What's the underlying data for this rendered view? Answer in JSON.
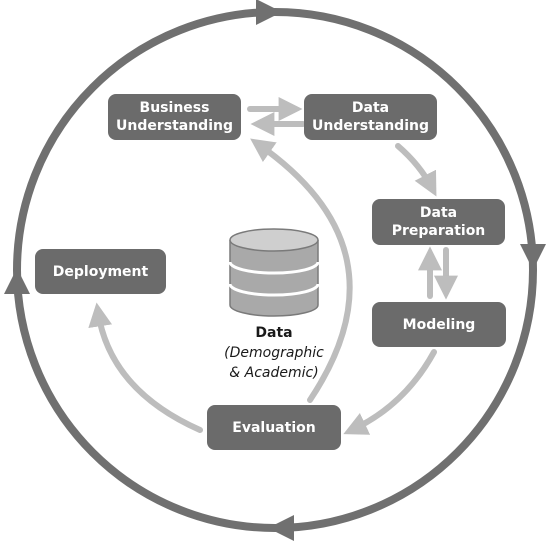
{
  "diagram": {
    "phases": {
      "business_understanding": [
        "Business",
        "Understanding"
      ],
      "data_understanding": [
        "Data",
        "Understanding"
      ],
      "data_preparation": [
        "Data",
        "Preparation"
      ],
      "modeling": "Modeling",
      "evaluation": "Evaluation",
      "deployment": "Deployment"
    },
    "center": {
      "title": "Data",
      "subtitle": [
        "(Demographic",
        "& Academic)"
      ]
    },
    "icon": "database-icon",
    "colors": {
      "box": "#6b6b6b",
      "outer_ring": "#707070",
      "inner_arrow": "#bdbdbd",
      "text_light": "#ffffff",
      "text_dark": "#1a1a1a"
    }
  }
}
